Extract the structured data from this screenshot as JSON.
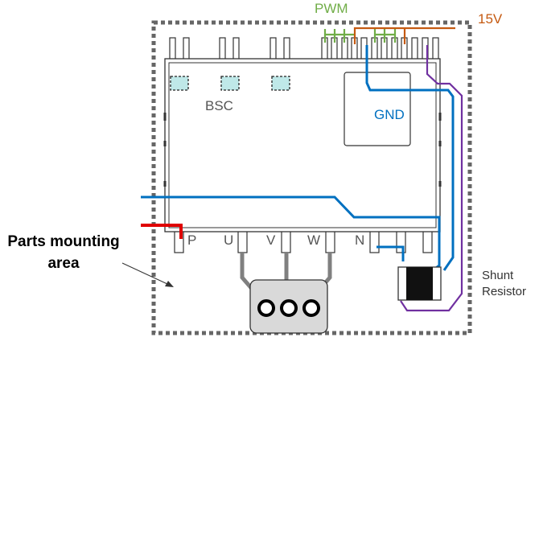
{
  "labels": {
    "pwm": "PWM",
    "v15": "15V",
    "bsc": "BSC",
    "gnd": "GND",
    "p": "P",
    "u": "U",
    "v": "V",
    "w": "W",
    "n": "N",
    "shunt_line1": "Shunt",
    "shunt_line2": "Resistor",
    "parts_line1": "Parts mounting",
    "parts_line2": "area"
  },
  "colors": {
    "pwm": "#70ad47",
    "v15": "#c55a11",
    "gnd": "#0070c0",
    "shunt_wire": "#7030a0",
    "p_line": "#e00000",
    "bsc_fill": "#bfe8e8",
    "dotted_border": "#666666",
    "text_grey": "#555555"
  }
}
